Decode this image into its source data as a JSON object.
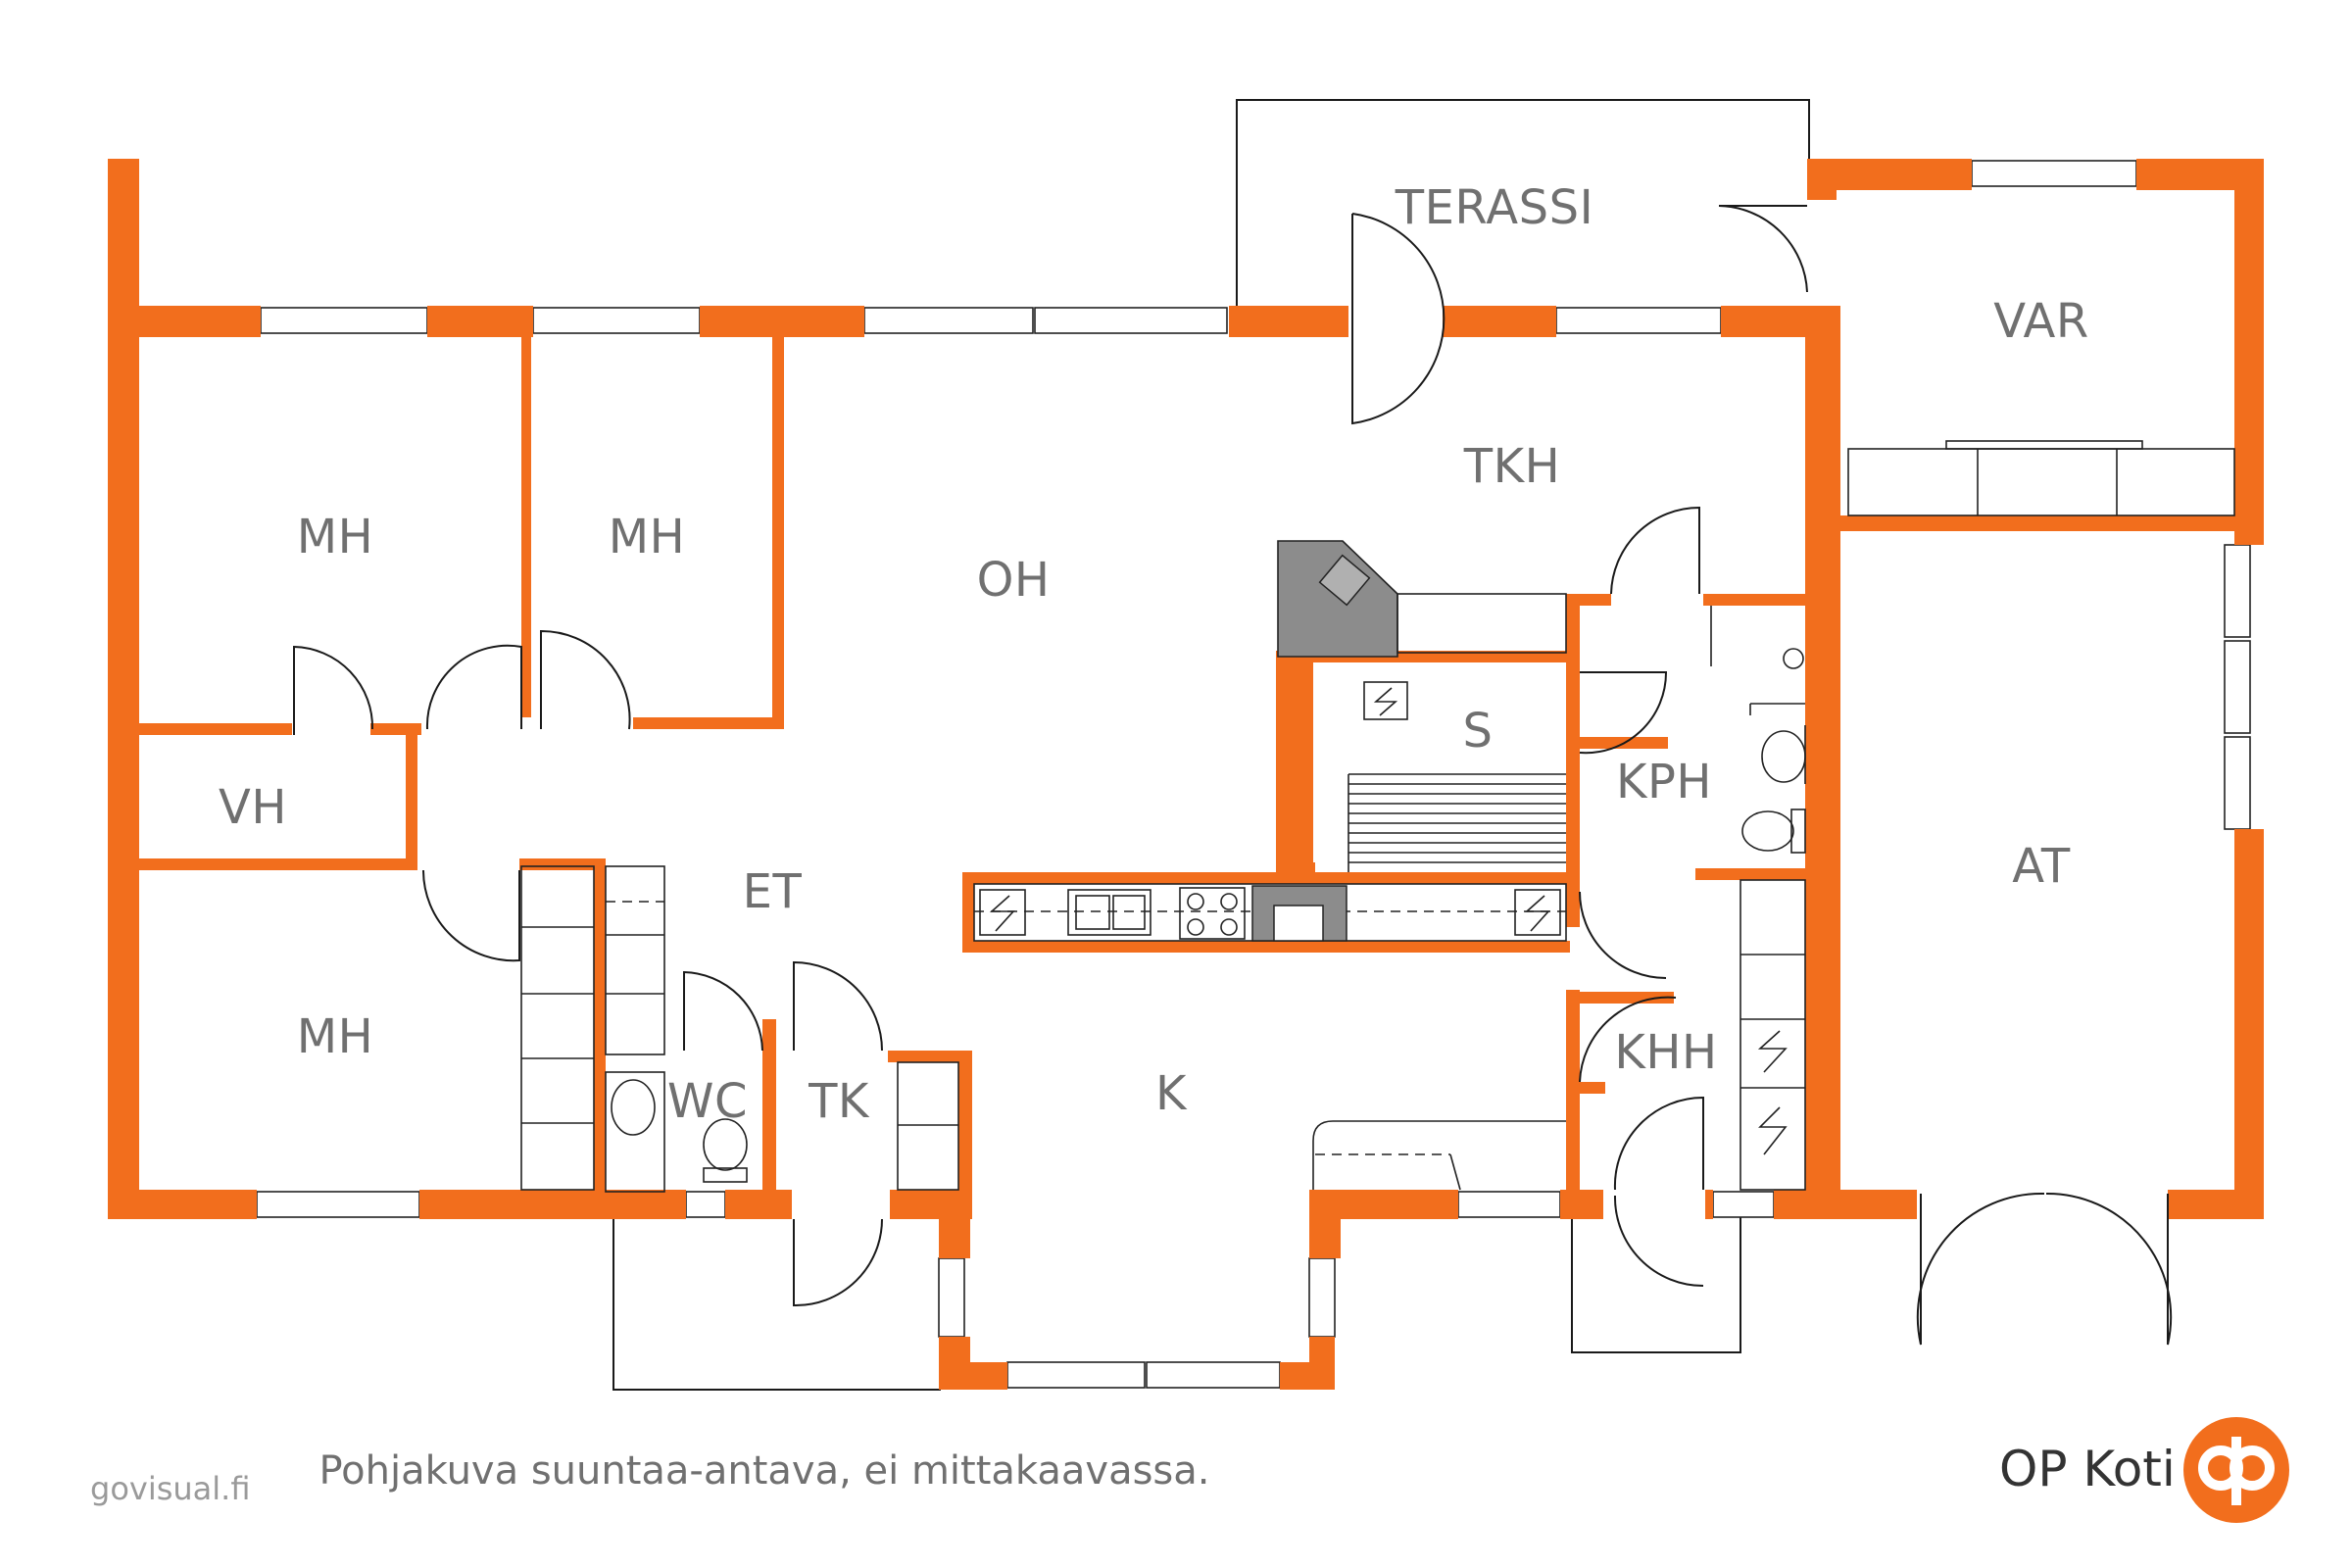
{
  "rooms": {
    "terassi": "TERASSI",
    "var": "VAR",
    "tkh": "TKH",
    "mh_1": "MH",
    "mh_2": "MH",
    "oh": "OH",
    "s": "S",
    "kph": "KPH",
    "vh": "VH",
    "et": "ET",
    "at": "AT",
    "mh_3": "MH",
    "wc": "WC",
    "tk": "TK",
    "k": "K",
    "khh": "KHH"
  },
  "caption": "Pohjakuva suuntaa-antava, ei mittakaavassa.",
  "credit": "govisual.fi",
  "brand": {
    "name": "OP Koti",
    "logo_icon": "op-logo-icon",
    "color": "#f26e1d"
  },
  "colors": {
    "walls": "#f26e1d",
    "labels": "#707070"
  }
}
